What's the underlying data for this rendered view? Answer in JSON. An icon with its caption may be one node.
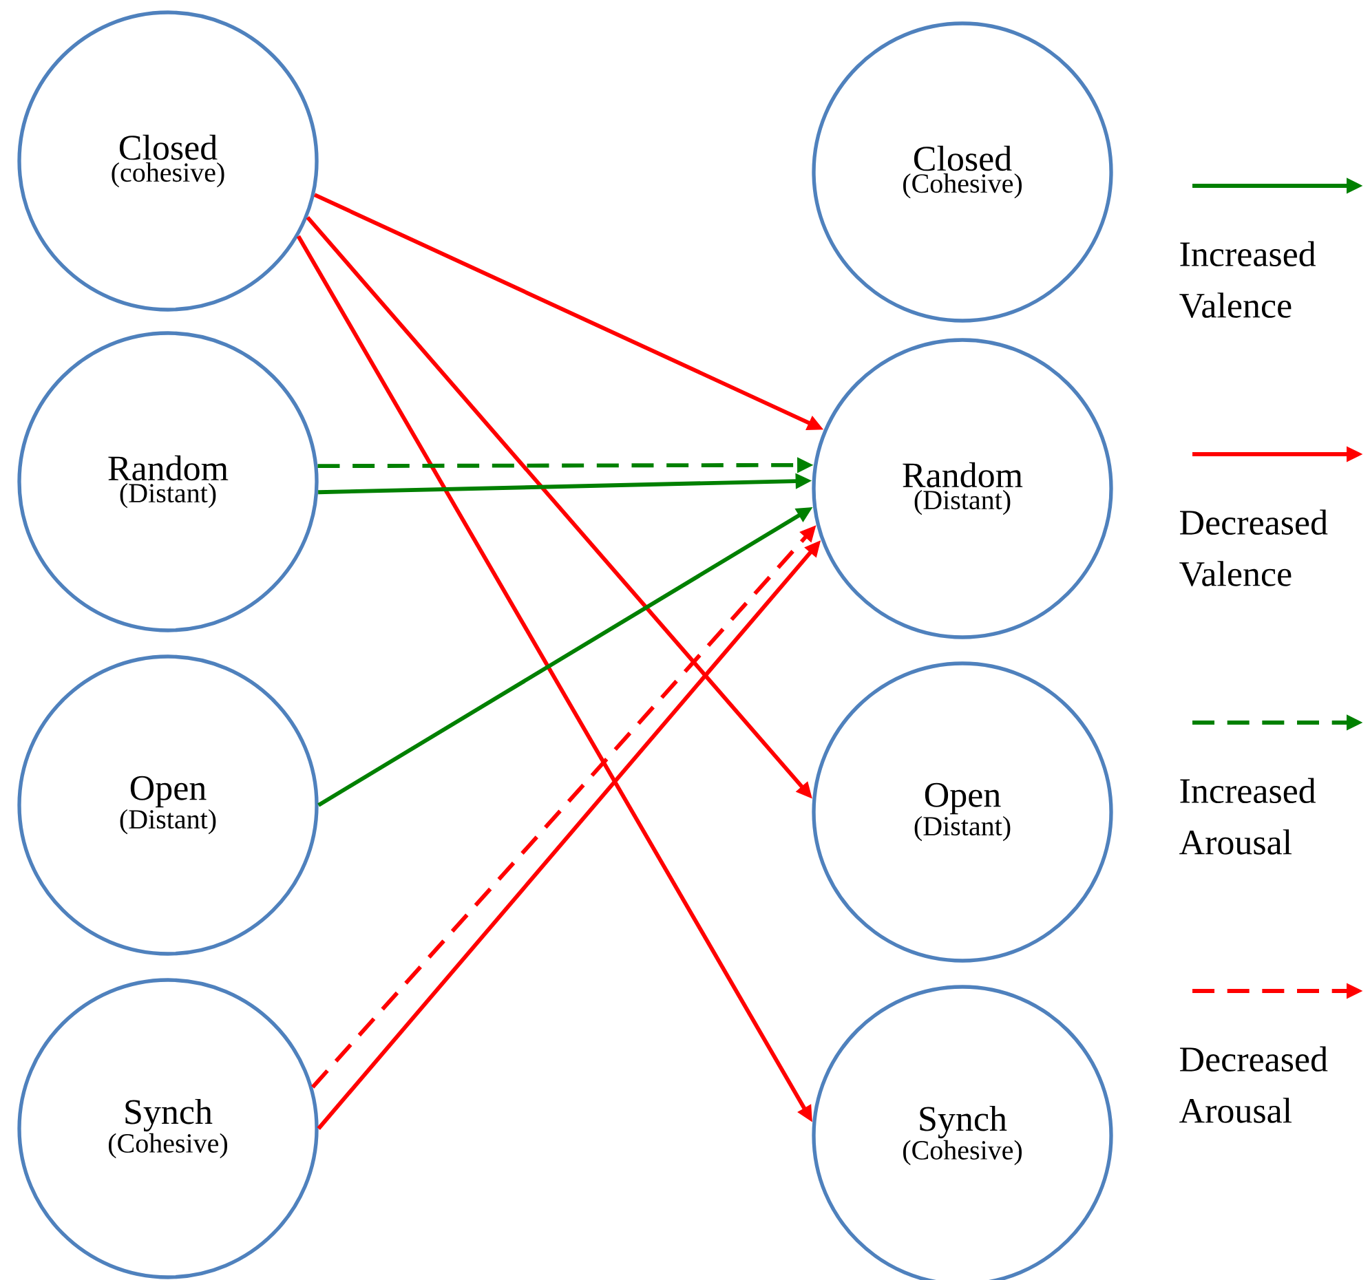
{
  "diagram": {
    "nodes": [
      {
        "text": [
          "Closed",
          "(cohesive)"
        ]
      },
      {
        "text": [
          "Random",
          "(Distant)"
        ]
      },
      {
        "text": [
          "Open",
          "(Distant)"
        ]
      },
      {
        "text": [
          "Synch",
          "(Cohesive)"
        ]
      },
      {
        "text": [
          "Closed",
          "(Cohesive)"
        ]
      },
      {
        "text": [
          "Random",
          "(Distant)"
        ]
      },
      {
        "text": [
          "Open",
          "(Distant)"
        ]
      },
      {
        "text": [
          "Synch",
          "(Cohesive)"
        ]
      }
    ],
    "edges": [
      {
        "from": 0,
        "to": 5,
        "arrow": "to"
      },
      {
        "from": 0,
        "to": 6,
        "arrow": "to"
      },
      {
        "from": 0,
        "to": 7,
        "arrow": "to"
      },
      {
        "from": 1,
        "to": 5,
        "arrow": "to",
        "style": "dashed",
        "color": "#008000"
      },
      {
        "from": 1,
        "to": 5,
        "arrow": "to",
        "color": "#008000"
      },
      {
        "from": 2,
        "to": 5,
        "arrow": "to",
        "color": "#008000"
      },
      {
        "from": 3,
        "to": 5,
        "arrow": "to",
        "style": "dashed"
      },
      {
        "from": 3,
        "to": 5,
        "arrow": "to"
      }
    ],
    "legend": [
      {
        "text": "Increased Valence"
      },
      {
        "text": "Decreased Valence"
      },
      {
        "text": "Increased Arousal"
      },
      {
        "text": "Decreased Arousal"
      }
    ]
  }
}
